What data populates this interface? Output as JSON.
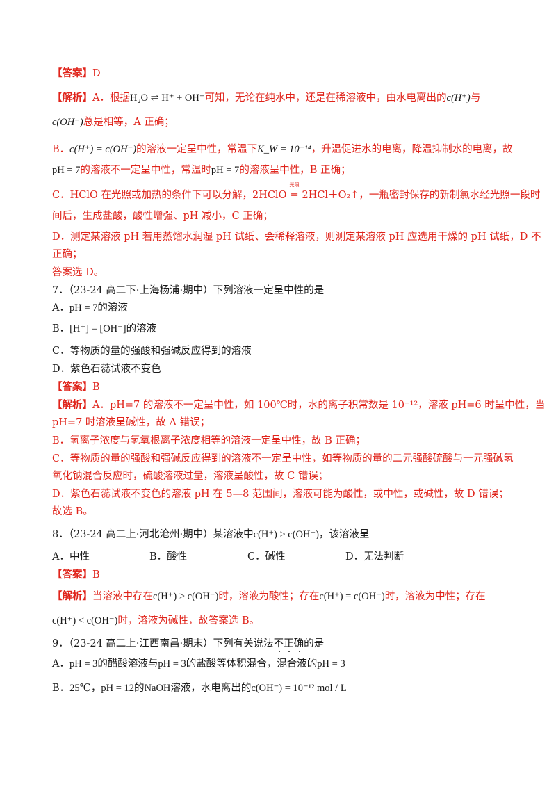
{
  "answer_label": "【答案】",
  "analysis_label": "【解析】",
  "q6": {
    "answer": "D",
    "a_line1_pre": "A．根据",
    "a_line1_eq": "H₂O ⇌ H⁺ + OH⁻",
    "a_line1_post": "可知，无论在纯水中，还是在稀溶液中，由水电离出的",
    "a_line1_c": "c(H⁺)",
    "a_line1_tail": "与",
    "a_line2_c": "c(OH⁻)",
    "a_line2_post": "总是相等，A 正确；",
    "b_line1_pre": "B．",
    "b_line1_eq": "c(H⁺) = c(OH⁻)",
    "b_line1_mid": "的溶液一定呈中性，常温下",
    "b_line1_kw": "K_W = 10⁻¹⁴",
    "b_line1_post": "，升温促进水的电离，降温抑制水的电离，故",
    "b_line2_ph1": "pH = 7",
    "b_line2_mid": "的溶液不一定呈中性，常温时",
    "b_line2_ph2": "pH = 7",
    "b_line2_post": "的溶液呈中性，B 正确；",
    "c_line1": "C．HClO 在光照或加热的条件下可以分解，2HClO",
    "c_line1_cond": "光照",
    "c_line1_post": "2HCl＋O₂↑，一瓶密封保存的新制氯水经光照一段时",
    "c_line2": "间后，生成盐酸，酸性增强、pH 减小，C 正确；",
    "d_line1": "D．测定某溶液 pH 若用蒸馏水润湿 pH 试纸、会稀释溶液，则测定某溶液 pH 应选用干燥的 pH 试纸，D 不",
    "d_line2": "正确；",
    "conclusion": "答案选 D。"
  },
  "q7": {
    "stem": "7．（23-24 高二下·上海杨浦·期中）下列溶液一定呈中性的是",
    "opt_a_pre": "A．",
    "opt_a_eq": "pH = 7",
    "opt_a_post": "的溶液",
    "opt_b_pre": "B．",
    "opt_b_eq": "[H⁺] = [OH⁻]",
    "opt_b_post": "的溶液",
    "opt_c": "C．等物质的量的强酸和强碱反应得到的溶液",
    "opt_d": "D．紫色石蕊试液不变色",
    "answer": "B",
    "a_line1": "A．pH=7 的溶液不一定呈中性，如 100℃时，水的离子积常数是 10⁻¹²，溶液 pH=6 时呈中性，当",
    "a_line2": "pH=7 时溶液呈碱性，故 A 错误；",
    "b_line": "B．氢离子浓度与氢氧根离子浓度相等的溶液一定呈中性，故 B 正确；",
    "c_line1": "C．等物质的量的强酸和强碱反应得到的溶液不一定呈中性，如等物质的量的二元强酸硫酸与一元强碱氢",
    "c_line2": "氧化钠混合反应时，硫酸溶液过量，溶液呈酸性，故 C 错误；",
    "d_line1": "D．紫色石蕊试液不变色的溶液 pH 在 5—8 范围间，溶液可能为酸性，或中性，或碱性，故 D 错误；",
    "conclusion": "故选 B。"
  },
  "q8": {
    "stem_pre": "8．（23-24 高二上·河北沧州·期中）某溶液中",
    "stem_eq": "c(H⁺) > c(OH⁻)",
    "stem_post": "，该溶液呈",
    "options": [
      "A．中性",
      "B．酸性",
      "C．碱性",
      "D．无法判断"
    ],
    "answer": "B",
    "a_pre": "当溶液中存在",
    "a_eq1": "c(H⁺) > c(OH⁻)",
    "a_mid1": "时，溶液为酸性；存在",
    "a_eq2": "c(H⁺) = c(OH⁻)",
    "a_mid2": "时，溶液为中性；存在",
    "a_eq3": "c(H⁺) < c(OH⁻)",
    "a_post": "时，溶液为碱性，故答案选 B。"
  },
  "q9": {
    "stem_pre": "9．（23-24 高二上·江西南昌·期末）下列有关说法",
    "stem_bu": "不",
    "stem_zheng": "正",
    "stem_que": "确",
    "stem_post": "的是",
    "opt_a_1": "A．",
    "opt_a_ph1": "pH = 3",
    "opt_a_2": "的醋酸溶液与",
    "opt_a_ph2": "pH = 3",
    "opt_a_3": "的盐酸等体积混合，混合液的",
    "opt_a_ph3": "pH = 3",
    "opt_b_1": "B．",
    "opt_b_t": "25℃",
    "opt_b_2": "，",
    "opt_b_ph": "pH = 12",
    "opt_b_3": "的",
    "opt_b_naoh": "NaOH",
    "opt_b_4": "溶液，水电离出的",
    "opt_b_eq": "c(OH⁻) = 10⁻¹² mol / L"
  }
}
